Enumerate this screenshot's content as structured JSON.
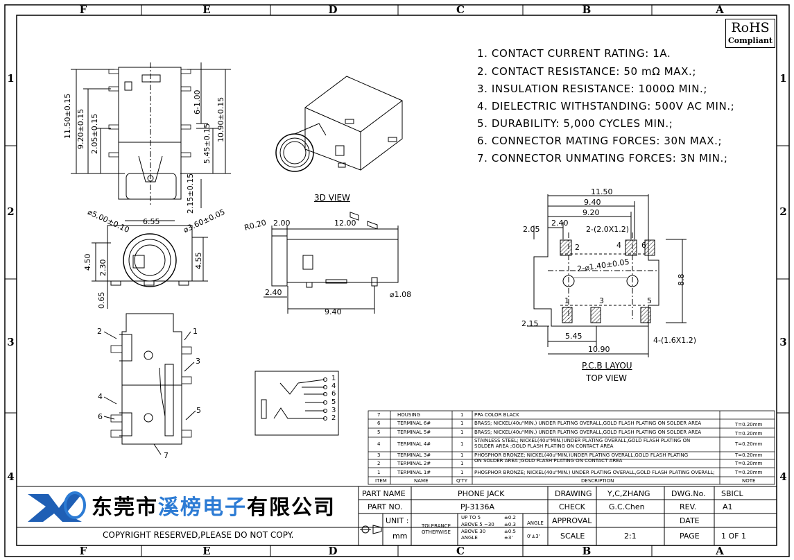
{
  "zones": {
    "top": [
      "F",
      "E",
      "D",
      "C",
      "B",
      "A"
    ],
    "side": [
      "1",
      "2",
      "3",
      "4"
    ]
  },
  "rohs": {
    "title": "RoHS",
    "sub": "Compliant"
  },
  "specs": [
    "1. CONTACT CURRENT RATING: 1A.",
    "2. CONTACT RESISTANCE: 50 mΩ MAX.;",
    "3. INSULATION RESISTANCE: 1000Ω MIN.;",
    "4. DIELECTRIC WITHSTANDING: 500V AC MIN.;",
    "5. DURABILITY: 5,000 CYCLES MIN.;",
    "6. CONNECTOR MATING FORCES: 30N   MAX.;",
    "7. CONNECTOR UNMATING FORCES: 3N MIN.;"
  ],
  "views": {
    "three_d": "3D VIEW",
    "pcb": "P.C.B LAYOU",
    "top": "TOP VIEW"
  },
  "dims": {
    "front": [
      "11.50±0.15",
      "9.20±0.15",
      "2.05±0.15",
      "6-1.00",
      "10.90±0.15",
      "5.45±0.15",
      "2.15±0.15"
    ],
    "side": [
      "⌀5.00±0.10",
      "6.55",
      "⌀3.60±0.05",
      "4.50",
      "2.30",
      "4.55",
      "0.65"
    ],
    "right": [
      "R0.20",
      "2.00",
      "12.00",
      "2.40",
      "⌀1.08",
      "9.40"
    ],
    "pcb": [
      "11.50",
      "9.40",
      "9.20",
      "2.05",
      "2.40",
      "2-(2.0X1.2)",
      "2-⌀1.40±0.05",
      "8.8",
      "2.15",
      "5.45",
      "10.90",
      "4-(1.6X1.2)"
    ]
  },
  "pins": {
    "bottom": [
      "2",
      "1",
      "3",
      "4",
      "6",
      "5",
      "7"
    ],
    "pcb": [
      "2",
      "4",
      "6",
      "1",
      "3",
      "5"
    ],
    "schematic": [
      "1",
      "4",
      "6",
      "5",
      "3",
      "2"
    ]
  },
  "bom": {
    "headers": [
      "ITEM",
      "NAME",
      "Q'TY",
      "DESCRIPTION",
      "NOTE"
    ],
    "rows": [
      {
        "item": "7",
        "name": "HOUSING",
        "qty": "1",
        "desc": "PPA   COLOR BLACK",
        "note": ""
      },
      {
        "item": "6",
        "name": "TERMINAL 6#",
        "qty": "1",
        "desc": "BRASS; NICKEL(40u\"MIN.) UNDER PLATING OVERALL,GOLD FLASH PLATING ON SOLDER AREA",
        "note": "T=0.20mm"
      },
      {
        "item": "5",
        "name": "TERMINAL 5#",
        "qty": "1",
        "desc": "BRASS; NICKEL(40u\"MIN.) UNDER PLATING OVERALL,GOLD FLASH PLATING ON SOLDER AREA",
        "note": "T=0.20mm"
      },
      {
        "item": "4",
        "name": "TERMINAL 4#",
        "qty": "1",
        "desc": "STAINLESS STEEL; NICKEL(40u\"MIN.)UNDER PLATING OVERALL,GOLD FLASH PLATING ON SOLDER AREA ;GOLD FLASH PLATING ON CONTACT AREA",
        "note": "T=0.20mm"
      },
      {
        "item": "3",
        "name": "TERMINAL 3#",
        "qty": "1",
        "desc": "PHOSPHOR BRONZE; NICKEL(40u\"MIN.)UNDER PLATING OVERALL,GOLD FLASH PLATING",
        "note": "T=0.20mm"
      },
      {
        "item": "2",
        "name": "TERMINAL 2#",
        "qty": "1",
        "desc": "ON SOLDER AREA ;GOLD FLASH PLATING ON CONTACT AREA",
        "note": "T=0.20mm"
      },
      {
        "item": "1",
        "name": "TERMINAL 1#",
        "qty": "1",
        "desc": "PHOSPHOR BRONZE; NICKEL(40u\"MIN.) UNDER PLATING OVERALL,GOLD FLASH PLATING OVERALL;",
        "note": "T=0.20mm"
      }
    ]
  },
  "title_block": {
    "company_a": "东莞市",
    "company_b": "溪榜电子",
    "company_c": "有限公司",
    "copyright": "COPYRIGHT RESERVED,PLEASE DO NOT COPY.",
    "part_name_label": "PART NAME",
    "part_name": "PHONE JACK",
    "part_no_label": "PART NO.",
    "part_no": "PJ-3136A",
    "unit_label": "UNIT :",
    "unit": "mm",
    "tolerance": "TOLERANCE",
    "otherwise": "OTHERWISE",
    "tol_lines": [
      "UP TO 5",
      "ABOVE 5 ~30",
      "ABOVE 30",
      "ANGLE"
    ],
    "tol_vals": [
      "±0.2",
      "±0.3",
      "±0.5",
      "±3'"
    ],
    "angle_label": "ANGLE",
    "angle_val": "0'±3'",
    "drawing_label": "DRAWING",
    "drawing": "Y,C,ZHANG",
    "check_label": "CHECK",
    "check": "G.C.Chen",
    "approval_label": "APPROVAL",
    "scale_label": "SCALE",
    "scale": "2:1",
    "dwgno_label": "DWG.No.",
    "dwgno": "SBICL",
    "rev_label": "REV.",
    "rev": "A1",
    "date_label": "DATE",
    "page_label": "PAGE",
    "page": "1 OF 1"
  },
  "colors": {
    "line": "#000000",
    "logo_blue": "#1f5fb5",
    "text_blue": "#2c7bd4",
    "hatch": "#333333"
  }
}
